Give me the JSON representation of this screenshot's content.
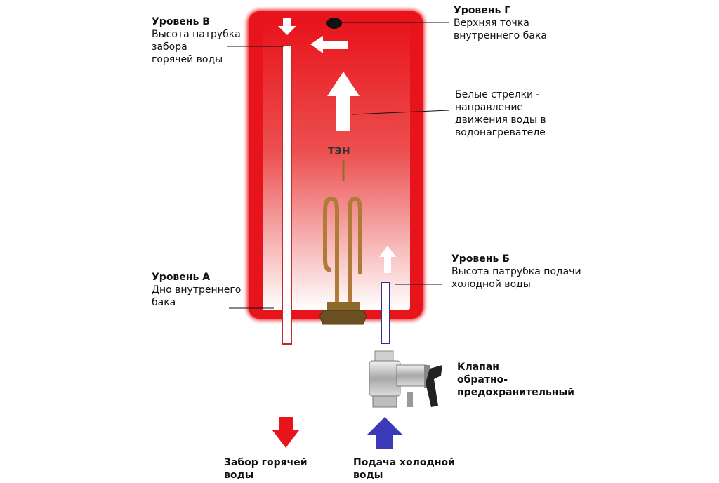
{
  "labels": {
    "level_v": {
      "title": "Уровень В",
      "text": "Высота патрубка\nзабора\nгорячей воды"
    },
    "level_g": {
      "title": "Уровень Г",
      "text": "Верхняя точка\nвнутреннего бака"
    },
    "arrows_note": {
      "text": "Белые стрелки -\nнаправление\nдвижения воды в\nводонагревателе"
    },
    "ten": {
      "text": "ТЭН"
    },
    "level_a": {
      "title": "Уровень А",
      "text": "Дно внутреннего\nбака"
    },
    "level_b": {
      "title": "Уровень Б",
      "text": "Высота патрубка подачи\nхолодной воды"
    },
    "valve": {
      "text": "Клапан\nобратно-\nпредохранительный"
    },
    "hot_out": {
      "text": "Забор горячей\nводы"
    },
    "cold_in": {
      "text": "Подача холодной\nводы"
    }
  },
  "colors": {
    "tank": "#e8141c",
    "hot_arrow": "#e8141c",
    "cold_arrow": "#3a3ab8",
    "cold_pipe": "#2e2e9a",
    "hot_pipe": "#c0282c"
  }
}
